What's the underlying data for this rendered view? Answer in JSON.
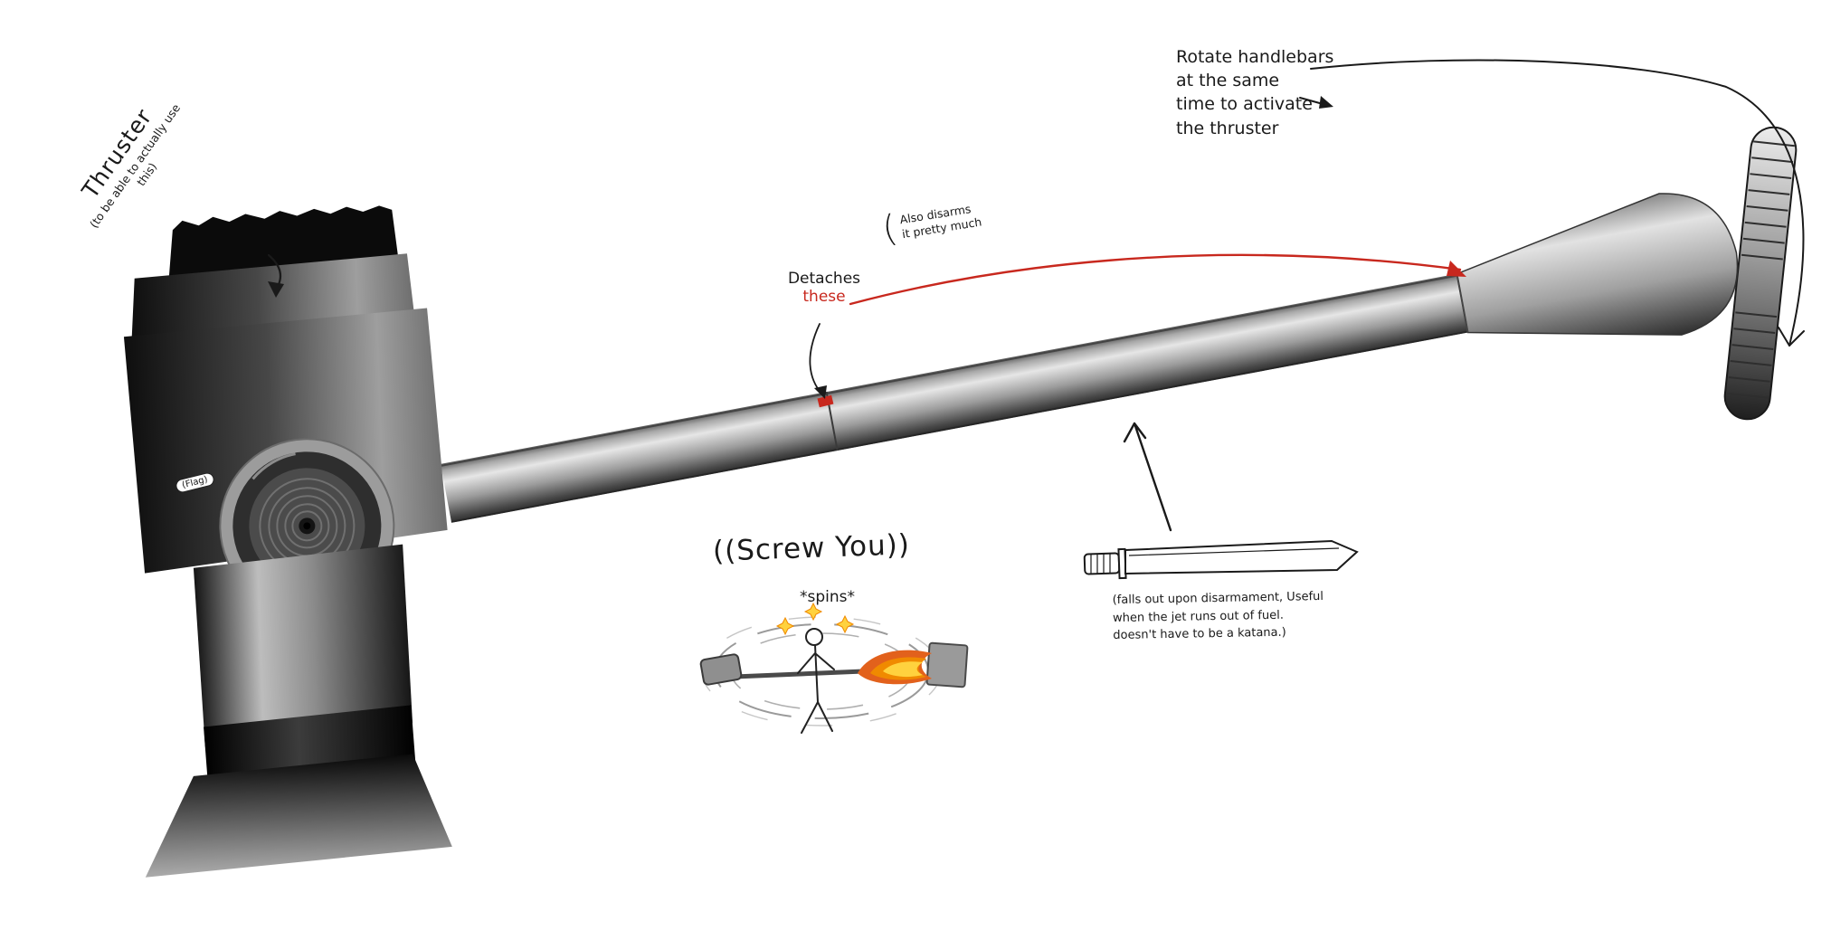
{
  "colors": {
    "ink": "#1a1a1a",
    "annotation_red": "#c8281e",
    "flame_orange": "#f08a00",
    "flame_deep": "#e2611c",
    "flame_yellow": "#ffd23e"
  },
  "annotations": {
    "thruster": {
      "title": "Thruster",
      "subtitle": "(to be able to actually use this)"
    },
    "detaches": {
      "line1": "Detaches",
      "line2": "these"
    },
    "also_disarms": {
      "bracket": "(",
      "line1": "Also disarms",
      "line2": "it pretty much"
    },
    "rotate_handlebars": {
      "lines": [
        "Rotate handlebars",
        "at the same",
        "time to activate",
        "the thruster"
      ]
    },
    "screw_you": {
      "text": "((Screw You))",
      "spins": "*spins*"
    },
    "sword_note": {
      "lines": [
        "(falls out upon disarmament, Useful",
        "when the jet runs out of fuel.",
        "doesn't have to be a katana.)"
      ]
    },
    "flag_tag": {
      "text": "(Flag)"
    }
  }
}
